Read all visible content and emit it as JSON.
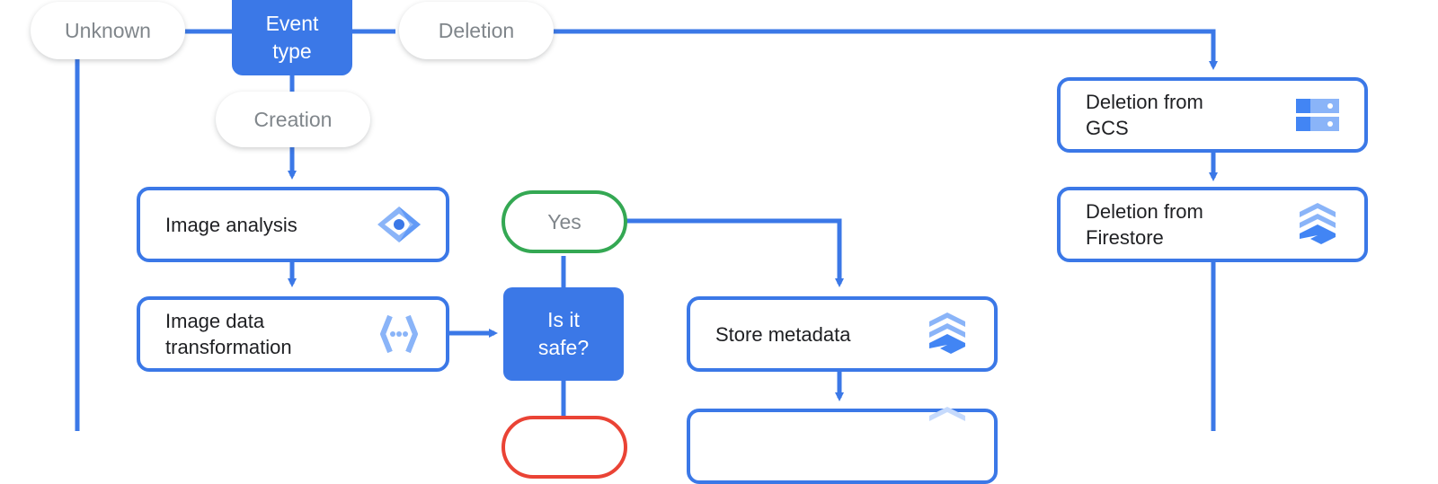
{
  "nodes": {
    "event_type": "Event\ntype",
    "unknown": "Unknown",
    "deletion": "Deletion",
    "creation": "Creation",
    "image_analysis": "Image analysis",
    "image_data_transformation": "Image data\ntransformation",
    "is_it_safe": "Is it\nsafe?",
    "yes": "Yes",
    "store_metadata": "Store metadata",
    "deletion_from_gcs": "Deletion from\nGCS",
    "deletion_from_firestore": "Deletion from\nFirestore"
  },
  "icons": {
    "image_analysis": "vision-api-icon",
    "image_data_transformation": "cloud-functions-icon",
    "store_metadata": "firestore-icon",
    "deletion_from_gcs": "cloud-storage-icon",
    "deletion_from_firestore": "firestore-icon"
  },
  "colors": {
    "flow_blue": "#3b78e7",
    "yes_green": "#34a853",
    "no_red": "#ea4335",
    "pill_text": "#80868b"
  }
}
